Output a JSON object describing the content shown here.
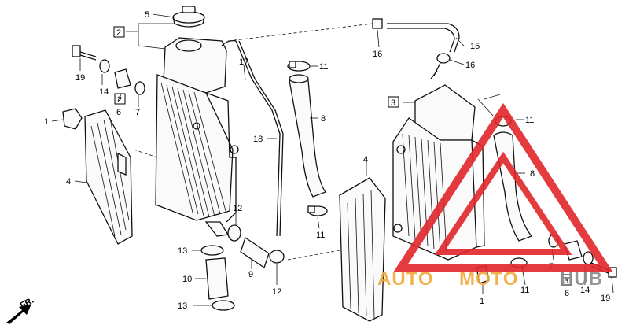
{
  "diagram": {
    "callouts": [
      "1",
      "2",
      "3",
      "4",
      "5",
      "6",
      "7",
      "8",
      "9",
      "10",
      "11",
      "12",
      "13",
      "14",
      "15",
      "16",
      "17",
      "18",
      "19"
    ],
    "left_labels": {
      "cap": "5",
      "assy": "2",
      "bolt": "19",
      "grommet": "14",
      "assy_small": "2",
      "collar": "6",
      "washer": "7",
      "guard_clip": "1",
      "louver": "4",
      "breather": "17",
      "overflow_hose": "18",
      "clamp_upper": "11",
      "upper_hose": "8",
      "clamp_lower": "11",
      "lower_hose": "9",
      "clamp_mid": "12",
      "clamp_water": "12",
      "band_top": "13",
      "pipe": "10",
      "band_bottom": "13",
      "small_clamp": "16",
      "tube": "15",
      "small_clamp2": "16"
    },
    "right_labels": {
      "assy": "3",
      "louver": "4",
      "clamp_top": "11",
      "hose": "8",
      "clamp_low": "11",
      "guard_clip": "1",
      "washer": "7",
      "collar_box": "3",
      "collar": "6",
      "grommet": "14",
      "bolt": "19"
    },
    "direction_label": "FR."
  },
  "watermark": {
    "text_auto": "AUTO",
    "text_moto": "MOTO",
    "text_hub": "HUB",
    "color_red": "#e0262a",
    "color_orange": "#f2a93b",
    "color_gray": "#8a8a8a"
  }
}
